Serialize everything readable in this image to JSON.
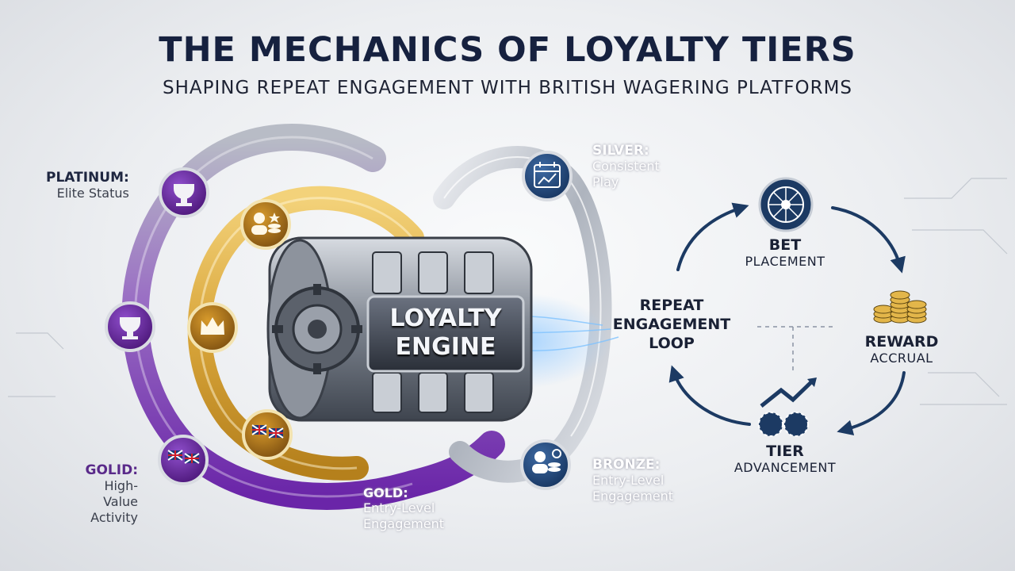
{
  "title": "THE MECHANICS OF LOYALTY TIERS",
  "subtitle": "SHAPING REPEAT ENGAGEMENT WITH BRITISH WAGERING PLATFORMS",
  "engine": {
    "line1": "LOYALTY",
    "line2": "ENGINE"
  },
  "tiers": {
    "platinum": {
      "name": "PLATINUM:",
      "desc": "Elite Status"
    },
    "golid": {
      "name": "GOLID:",
      "desc1": "High-Value",
      "desc2": "Activity"
    },
    "gold": {
      "name": "GOLD:",
      "desc1": "Entry-Level",
      "desc2": "Engagement"
    },
    "silver": {
      "name": "SILVER:",
      "desc1": "Consistent",
      "desc2": "Play"
    },
    "bronze": {
      "name": "BRONZE:",
      "desc1": "Entry-Level",
      "desc2": "Engagement"
    }
  },
  "loop": {
    "label1": "REPEAT",
    "label2": "ENGAGEMENT",
    "label3": "LOOP",
    "steps": {
      "bet": {
        "title": "BET",
        "desc": "PLACEMENT"
      },
      "reward": {
        "title": "REWARD",
        "desc": "ACCRUAL"
      },
      "tier": {
        "title": "TIER",
        "desc": "ADVANCEMENT"
      }
    }
  },
  "icons": {
    "platinum_top": "trophy-icon",
    "platinum_mid": "trophy-icon",
    "platinum_bottom": "uk-flags-icon",
    "gold_top": "player-chips-icon",
    "gold_mid": "crown-icon",
    "gold_bottom": "uk-flags-icon",
    "silver": "calendar-chart-icon",
    "bronze": "player-chips-gear-icon",
    "bet": "roulette-wheel-icon",
    "reward": "coin-stacks-icon",
    "tier": "chips-growth-arrow-icon"
  },
  "colors": {
    "navy": "#1c3a63",
    "purple": "#6d2fa3",
    "gold": "#c9941f",
    "silver": "#b9bec6",
    "title": "#16213f"
  }
}
